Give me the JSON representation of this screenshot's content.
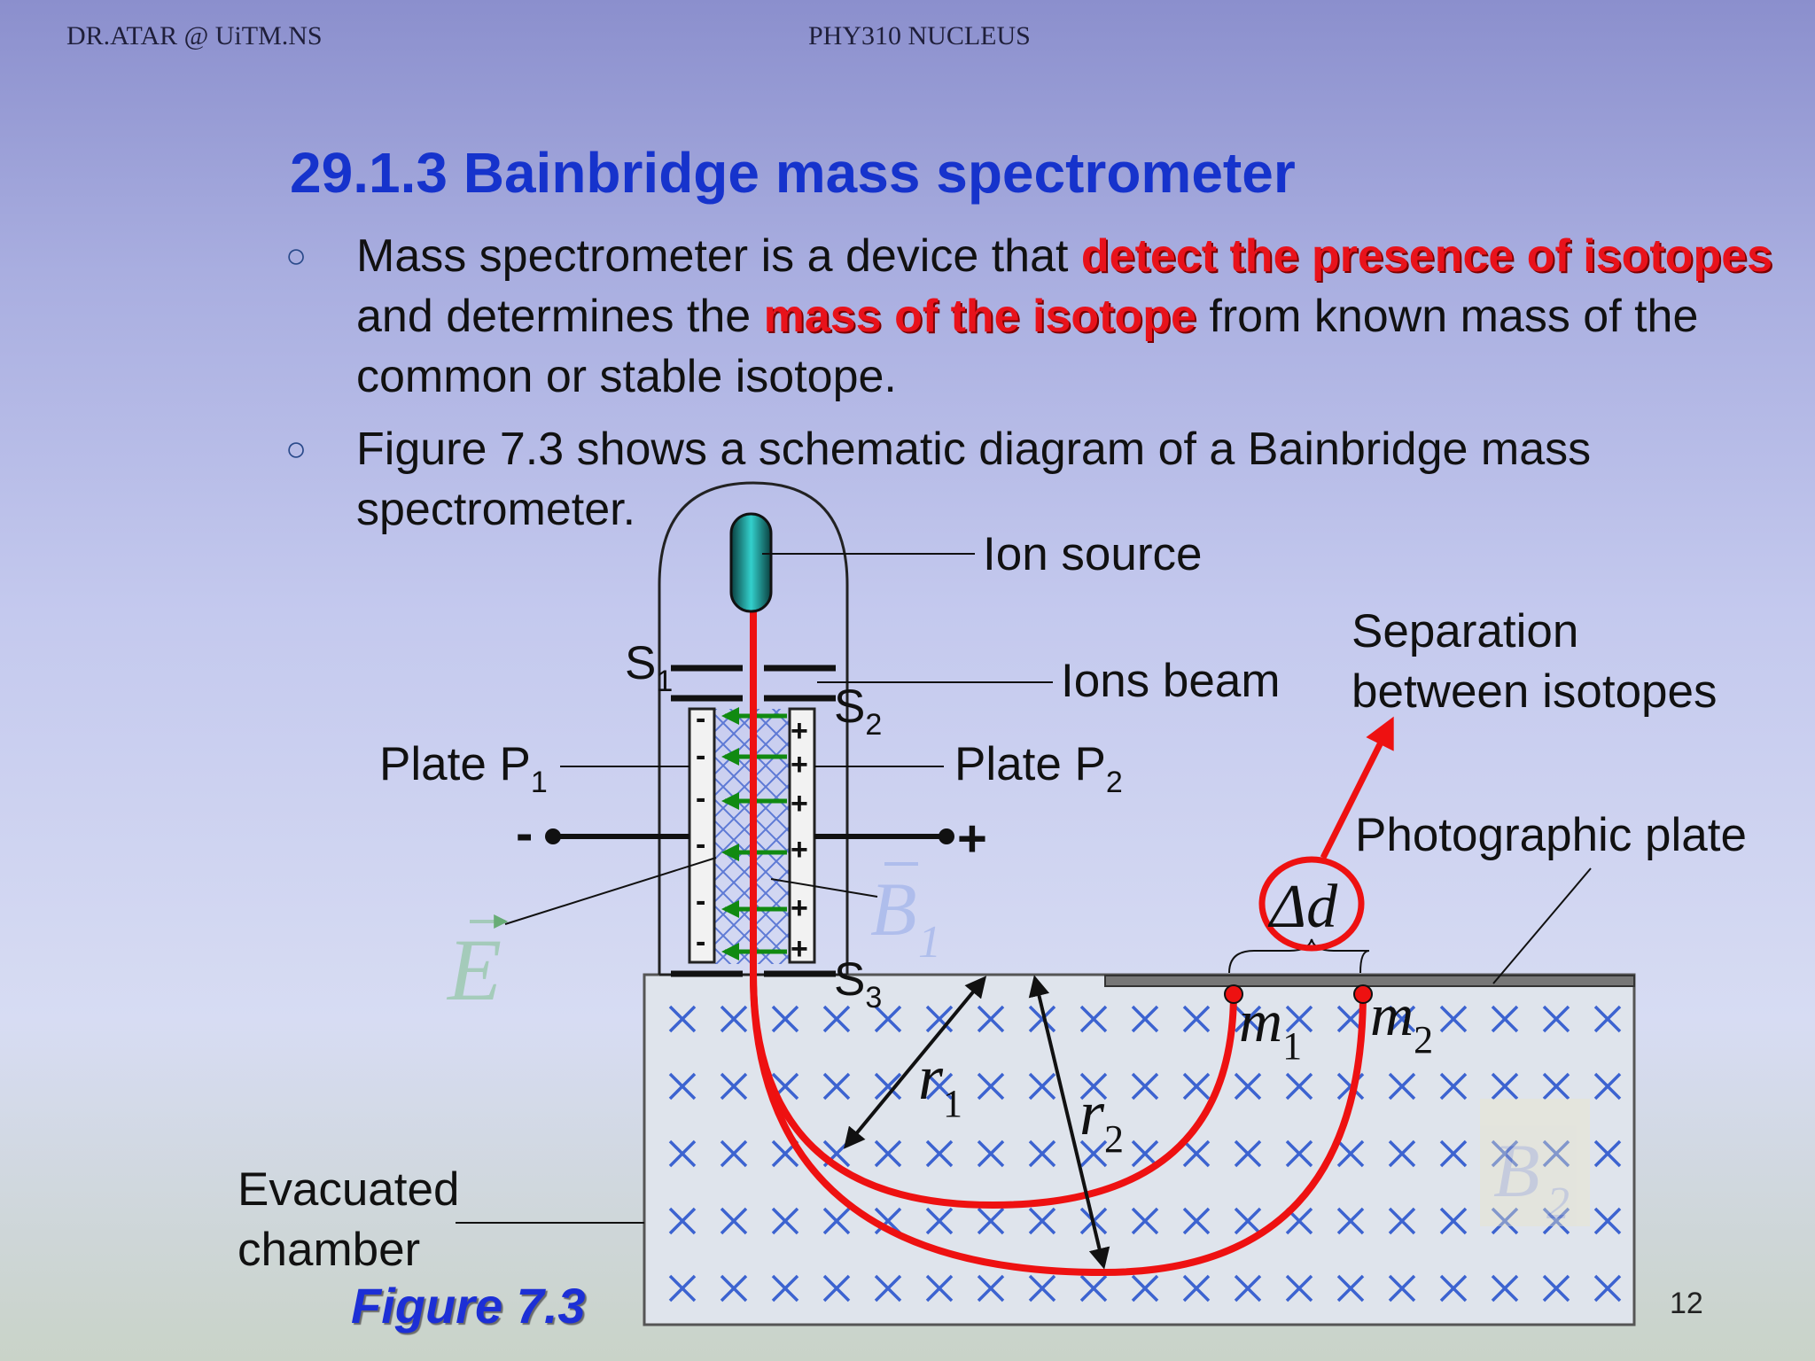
{
  "header": {
    "left": "DR.ATAR @ UiTM.NS",
    "center": "PHY310 NUCLEUS"
  },
  "title": "29.1.3 Bainbridge mass spectrometer",
  "bullets": [
    {
      "marker": "○",
      "part1": "Mass spectrometer is a device that ",
      "highlight1": "detect the presence of isotopes",
      "part2": " and determines the ",
      "highlight2": "mass of the isotope",
      "part3": " from known mass of the common or stable isotope."
    },
    {
      "marker": "○",
      "text": "Figure 7.3 shows a schematic diagram of a Bainbridge mass spectrometer."
    }
  ],
  "diagram": {
    "ion_source": "Ion source",
    "ions_beam": "Ions beam",
    "separation_line1": "Separation",
    "separation_line2": "between isotopes",
    "photographic_plate": "Photographic plate",
    "plate_p1": "Plate P",
    "plate_p1_sub": "1",
    "plate_p2": "Plate P",
    "plate_p2_sub": "2",
    "s1": "S",
    "s1_sub": "1",
    "s2": "S",
    "s2_sub": "2",
    "s3": "S",
    "s3_sub": "3",
    "terminal_minus": "-",
    "terminal_plus": "+",
    "e_field": "E",
    "b1": "B",
    "b1_sub": "1",
    "b2": "B",
    "b2_sub": "2",
    "r1": "r",
    "r1_sub": "1",
    "r2": "r",
    "r2_sub": "2",
    "m1": "m",
    "m1_sub": "1",
    "m2": "m",
    "m2_sub": "2",
    "delta_d": "Δd",
    "evacuated_line1": "Evacuated",
    "evacuated_line2": "chamber",
    "colors": {
      "beam": "#ee1111",
      "field_arrow": "#118a11",
      "chamber": "#dfe4ec",
      "cross": "#3c63d0"
    }
  },
  "figure_caption": "Figure  7.3",
  "page_number": "12"
}
